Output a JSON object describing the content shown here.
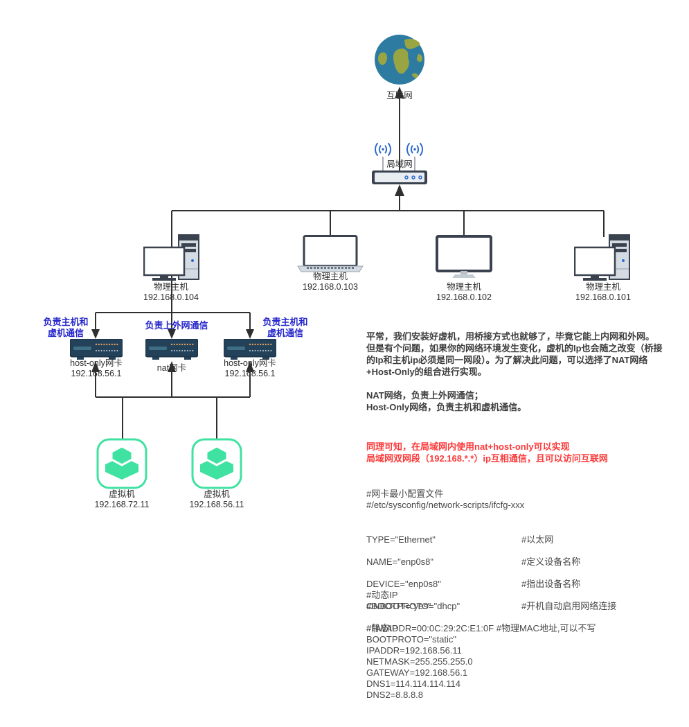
{
  "colors": {
    "line": "#2f2f2f",
    "annotation_blue": "#2626cc",
    "warning_red": "#fa3a3a",
    "vm_green": "#3fe2a1",
    "device_slate": "#39424e",
    "adapter_navy": "#24415a",
    "globe_ocean": "#2e7ba2",
    "globe_land": "#99a542",
    "wifi_blue": "#2f6bd0",
    "body_text": "#3d3d3d",
    "config_text": "#484848"
  },
  "diagram": {
    "internet_label": "互联网",
    "lan_label": "局域网",
    "hosts": [
      {
        "label": "物理主机",
        "ip": "192.168.0.104"
      },
      {
        "label": "物理主机",
        "ip": "192.168.0.103"
      },
      {
        "label": "物理主机",
        "ip": "192.168.0.102"
      },
      {
        "label": "物理主机",
        "ip": "192.168.0.101"
      }
    ],
    "adapters": [
      {
        "name": "host-only网卡",
        "ip": "192.168.56.1",
        "note": "负责主机和\n虚机通信"
      },
      {
        "name": "nat网卡",
        "note": "负责上外网通信"
      },
      {
        "name": "host-only网卡",
        "ip": "192.168.56.1",
        "note": "负责主机和\n虚机通信"
      }
    ],
    "vms": [
      {
        "label": "虚拟机",
        "ip": "192.168.72.11"
      },
      {
        "label": "虚拟机",
        "ip": "192.168.56.11"
      }
    ]
  },
  "notes": {
    "intro": "平常，我们安装好虚机，用桥接方式也就够了，毕竟它能上内网和外网。\n但是有个问题，如果你的网络环境发生变化，虚机的Ip也会随之改变（桥接\n的Ip和主机ip必须是同一网段）。为了解决此问题，可以选择了NAT网络\n+Host-Only的组合进行实现。\n\nNAT网络，负责上外网通信；\nHost-Only网络，负责主机和虚机通信。",
    "conclusion": "同理可知，在局域网内使用nat+host-only可以实现\n局域网双网段（192.168.*.*）ip互相通信，且可以访问互联网"
  },
  "config": {
    "header": "#网卡最小配置文件\n#/etc/sysconfig/network-scripts/ifcfg-xxx",
    "entries": [
      {
        "code": "TYPE=\"Ethernet\"",
        "comment": "#以太网"
      },
      {
        "code": "NAME=\"enp0s8\"",
        "comment": "#定义设备名称"
      },
      {
        "code": "DEVICE=\"enp0s8\"",
        "comment": "#指出设备名称"
      },
      {
        "code": "ONBOOT=\"yes\"",
        "comment": "#开机自动启用网络连接"
      }
    ],
    "hwaddr": "#HWADDR=00:0C:29:2C:E1:0F #物理MAC地址,可以不写",
    "dynamic_ip": "#动态IP\n#BOOTPROTO=\"dhcp\"",
    "static_ip": "#静态IP\nBOOTPROTO=\"static\"\nIPADDR=192.168.56.11\nNETMASK=255.255.255.0\nGATEWAY=192.168.56.1\nDNS1=114.114.114.114\nDNS2=8.8.8.8"
  }
}
